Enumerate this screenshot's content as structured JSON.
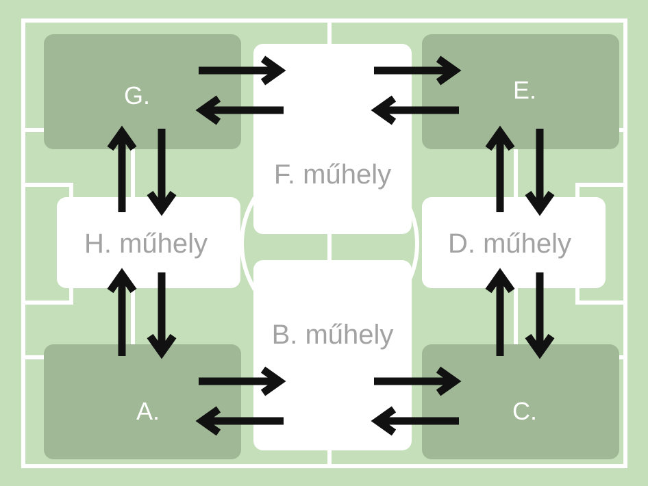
{
  "zones": {
    "g": "G.",
    "e": "E.",
    "a": "A.",
    "c": "C."
  },
  "workshops": {
    "f": "F. műhely",
    "h": "H. műhely",
    "d": "D. műhely",
    "b": "B. műhely"
  },
  "colors": {
    "background": "#c4dfb9",
    "zone_fill": "#a0b896",
    "workshop_fill": "#ffffff",
    "workshop_text": "#a2a2a2",
    "zone_text": "#ffffff",
    "arrow": "#111111",
    "pitch_lines": "#ffffff"
  }
}
